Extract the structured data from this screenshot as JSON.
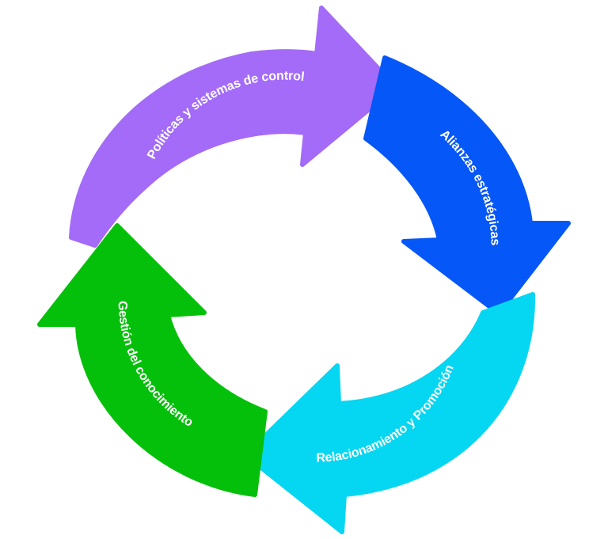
{
  "diagram": {
    "segments": [
      {
        "label": "Políticas y sistemas de control",
        "color": "#A36BF7"
      },
      {
        "label": "Alianzas estratégicas",
        "color": "#0657F7"
      },
      {
        "label": "Relacionamiento y Promoción",
        "color": "#05D6F2"
      },
      {
        "label": "Gestión del conocimiento",
        "color": "#05C00A"
      }
    ]
  }
}
